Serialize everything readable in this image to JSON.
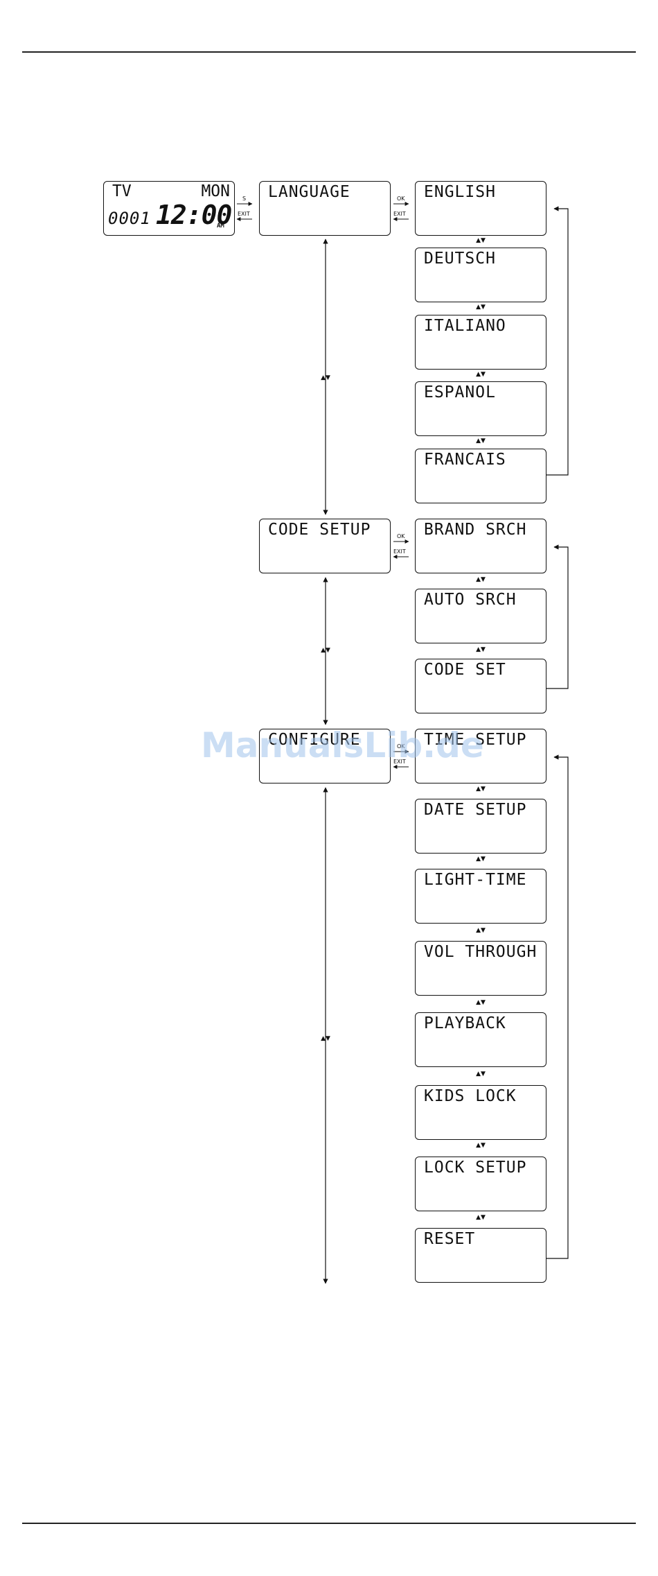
{
  "main_display": {
    "mode": "TV",
    "day": "MON",
    "code": "0001",
    "time": "12:00",
    "ampm": "AM"
  },
  "nav": {
    "ok": "OK",
    "exit": "EXIT",
    "updown": "▲▼",
    "s_key": "S"
  },
  "menus": [
    {
      "label": "LANGUAGE",
      "items": [
        "ENGLISH",
        "DEUTSCH",
        "ITALIANO",
        "ESPANOL",
        "FRANCAIS"
      ]
    },
    {
      "label": "CODE SETUP",
      "items": [
        "BRAND SRCH",
        "AUTO SRCH",
        "CODE SET"
      ]
    },
    {
      "label": "CONFIGURE",
      "items": [
        "TIME SETUP",
        "DATE SETUP",
        "LIGHT-TIME",
        "VOL THROUGH",
        "PLAYBACK",
        "KIDS LOCK",
        "LOCK SETUP",
        "RESET"
      ]
    }
  ],
  "watermark": "ManualsLib.de"
}
